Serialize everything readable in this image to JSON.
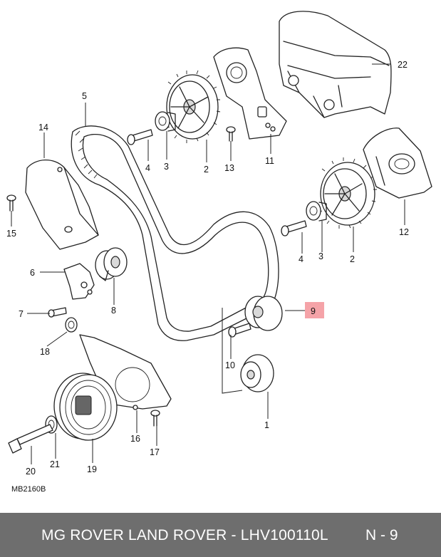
{
  "diagram": {
    "drawing_code": "MB2160B",
    "callouts": {
      "c1": "1",
      "c2a": "2",
      "c2b": "2",
      "c3a": "3",
      "c3b": "3",
      "c4a": "4",
      "c4b": "4",
      "c5": "5",
      "c6": "6",
      "c7": "7",
      "c8": "8",
      "c9": "9",
      "c10": "10",
      "c11": "11",
      "c12": "12",
      "c13": "13",
      "c14": "14",
      "c15": "15",
      "c16": "16",
      "c17": "17",
      "c18": "18",
      "c19": "19",
      "c20": "20",
      "c21": "21",
      "c22": "22"
    },
    "highlight_color": "#f5a3a8"
  },
  "footer": {
    "title": "MG ROVER LAND ROVER - LHV100110L",
    "reference": "N - 9",
    "background": "#6e6e6e"
  }
}
